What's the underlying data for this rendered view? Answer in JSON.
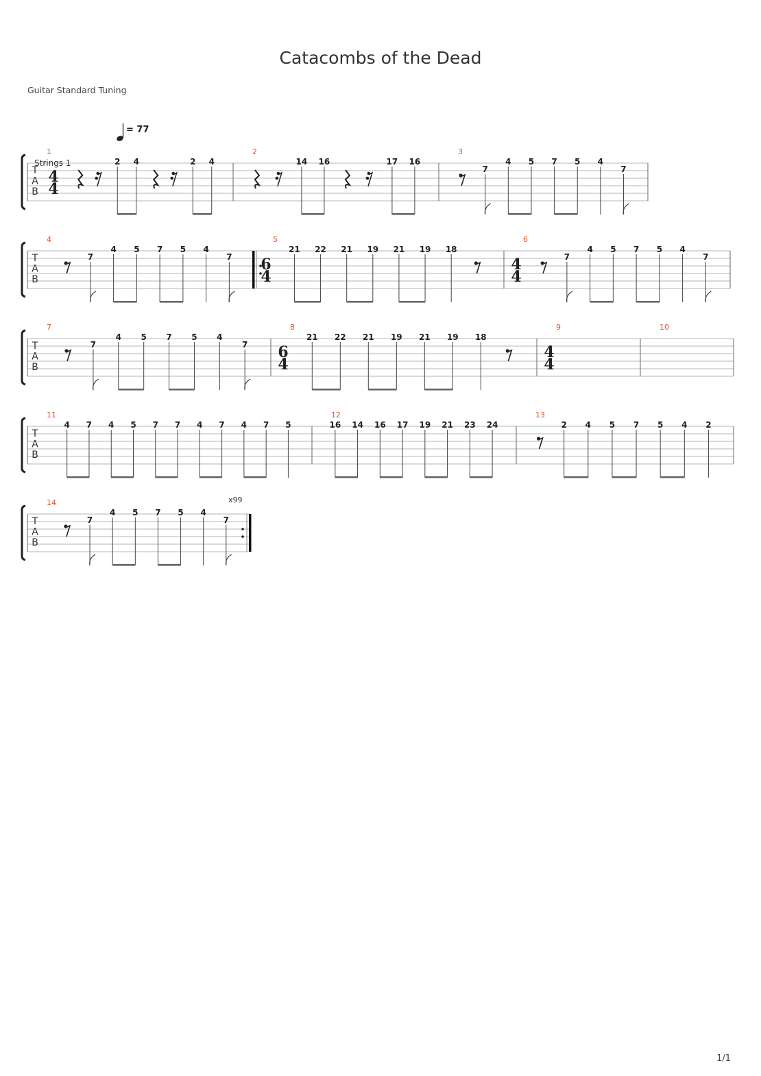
{
  "header": {
    "title": "Catacombs of the Dead",
    "tuning": "Guitar Standard Tuning",
    "tempo_text": "= 77",
    "track_label": "Strings 1",
    "repeat_text": "x99",
    "page_number": "1/1"
  },
  "tab_letters": [
    "T",
    "A",
    "B"
  ],
  "systems": [
    {
      "measures": [
        {
          "n": "1",
          "ts": [
            "4",
            "4"
          ],
          "w": 300,
          "events": [
            {
              "k": "rq"
            },
            {
              "k": "rs"
            },
            {
              "f": "2",
              "s": 1
            },
            {
              "f": "4",
              "s": 1
            },
            {
              "k": "rq"
            },
            {
              "k": "rs"
            },
            {
              "f": "2",
              "s": 1
            },
            {
              "f": "4",
              "s": 1
            }
          ]
        },
        {
          "n": "2",
          "w": 300,
          "events": [
            {
              "k": "rq"
            },
            {
              "k": "rs"
            },
            {
              "f": "14",
              "s": 1
            },
            {
              "f": "16",
              "s": 1
            },
            {
              "k": "rq"
            },
            {
              "k": "rs"
            },
            {
              "f": "17",
              "s": 1
            },
            {
              "f": "16",
              "s": 1
            }
          ]
        },
        {
          "n": "3",
          "w": 305,
          "events": [
            {
              "k": "re"
            },
            {
              "f": "7",
              "s": 2
            },
            {
              "f": "4",
              "s": 1
            },
            {
              "f": "5",
              "s": 1
            },
            {
              "f": "7",
              "s": 1
            },
            {
              "f": "5",
              "s": 1
            },
            {
              "f": "4",
              "s": 1
            },
            {
              "f": "7",
              "s": 2
            }
          ]
        }
      ]
    },
    {
      "measures": [
        {
          "n": "4",
          "w": 330,
          "end": "repeat-start",
          "events": [
            {
              "k": "re"
            },
            {
              "f": "7",
              "s": 2
            },
            {
              "f": "4",
              "s": 1
            },
            {
              "f": "5",
              "s": 1
            },
            {
              "f": "7",
              "s": 1
            },
            {
              "f": "5",
              "s": 1
            },
            {
              "f": "4",
              "s": 1
            },
            {
              "f": "7",
              "s": 2
            }
          ]
        },
        {
          "n": "5",
          "ts": [
            "6",
            "4"
          ],
          "w": 365,
          "events": [
            {
              "f": "21",
              "s": 1
            },
            {
              "f": "22",
              "s": 1
            },
            {
              "f": "21",
              "s": 1
            },
            {
              "f": "19",
              "s": 1
            },
            {
              "f": "21",
              "s": 1
            },
            {
              "f": "19",
              "s": 1
            },
            {
              "f": "18",
              "s": 1
            },
            {
              "k": "re"
            }
          ]
        },
        {
          "n": "6",
          "ts": [
            "4",
            "4"
          ],
          "w": 330,
          "events": [
            {
              "k": "re"
            },
            {
              "f": "7",
              "s": 2
            },
            {
              "f": "4",
              "s": 1
            },
            {
              "f": "5",
              "s": 1
            },
            {
              "f": "7",
              "s": 1
            },
            {
              "f": "5",
              "s": 1
            },
            {
              "f": "4",
              "s": 1
            },
            {
              "f": "7",
              "s": 2
            }
          ]
        }
      ]
    },
    {
      "measures": [
        {
          "n": "7",
          "w": 355,
          "events": [
            {
              "k": "re"
            },
            {
              "f": "7",
              "s": 2
            },
            {
              "f": "4",
              "s": 1
            },
            {
              "f": "5",
              "s": 1
            },
            {
              "f": "7",
              "s": 1
            },
            {
              "f": "5",
              "s": 1
            },
            {
              "f": "4",
              "s": 1
            },
            {
              "f": "7",
              "s": 2
            }
          ]
        },
        {
          "n": "8",
          "ts": [
            "6",
            "4"
          ],
          "w": 388,
          "events": [
            {
              "f": "21",
              "s": 1
            },
            {
              "f": "22",
              "s": 1
            },
            {
              "f": "21",
              "s": 1
            },
            {
              "f": "19",
              "s": 1
            },
            {
              "f": "21",
              "s": 1
            },
            {
              "f": "19",
              "s": 1
            },
            {
              "f": "18",
              "s": 1
            },
            {
              "k": "re"
            }
          ]
        },
        {
          "n": "9",
          "ts": [
            "4",
            "4"
          ],
          "w": 151,
          "events": []
        },
        {
          "n": "10",
          "w": 136,
          "events": []
        }
      ]
    },
    {
      "measures": [
        {
          "n": "11",
          "w": 415,
          "events": [
            {
              "f": "4",
              "s": 1
            },
            {
              "f": "7",
              "s": 1
            },
            {
              "f": "4",
              "s": 1
            },
            {
              "f": "5",
              "s": 1
            },
            {
              "f": "7",
              "s": 1
            },
            {
              "f": "7",
              "s": 1
            },
            {
              "f": "4",
              "s": 1
            },
            {
              "f": "7",
              "s": 1
            },
            {
              "f": "4",
              "s": 1
            },
            {
              "f": "7",
              "s": 1
            },
            {
              "f": "5",
              "s": 1
            }
          ]
        },
        {
          "n": "12",
          "w": 298,
          "events": [
            {
              "f": "16",
              "s": 1
            },
            {
              "f": "14",
              "s": 1
            },
            {
              "f": "16",
              "s": 1
            },
            {
              "f": "17",
              "s": 1
            },
            {
              "f": "19",
              "s": 1
            },
            {
              "f": "21",
              "s": 1
            },
            {
              "f": "23",
              "s": 1
            },
            {
              "f": "24",
              "s": 1
            }
          ]
        },
        {
          "n": "13",
          "w": 317,
          "events": [
            {
              "k": "re"
            },
            {
              "f": "2",
              "s": 1
            },
            {
              "f": "4",
              "s": 1
            },
            {
              "f": "5",
              "s": 1
            },
            {
              "f": "7",
              "s": 1
            },
            {
              "f": "5",
              "s": 1
            },
            {
              "f": "4",
              "s": 1
            },
            {
              "f": "2",
              "s": 1
            }
          ]
        }
      ]
    },
    {
      "measures": [
        {
          "n": "14",
          "w": 325,
          "end": "repeat-end",
          "events": [
            {
              "k": "re"
            },
            {
              "f": "7",
              "s": 2
            },
            {
              "f": "4",
              "s": 1
            },
            {
              "f": "5",
              "s": 1
            },
            {
              "f": "7",
              "s": 1
            },
            {
              "f": "5",
              "s": 1
            },
            {
              "f": "4",
              "s": 1
            },
            {
              "f": "7",
              "s": 2
            }
          ]
        }
      ]
    }
  ]
}
